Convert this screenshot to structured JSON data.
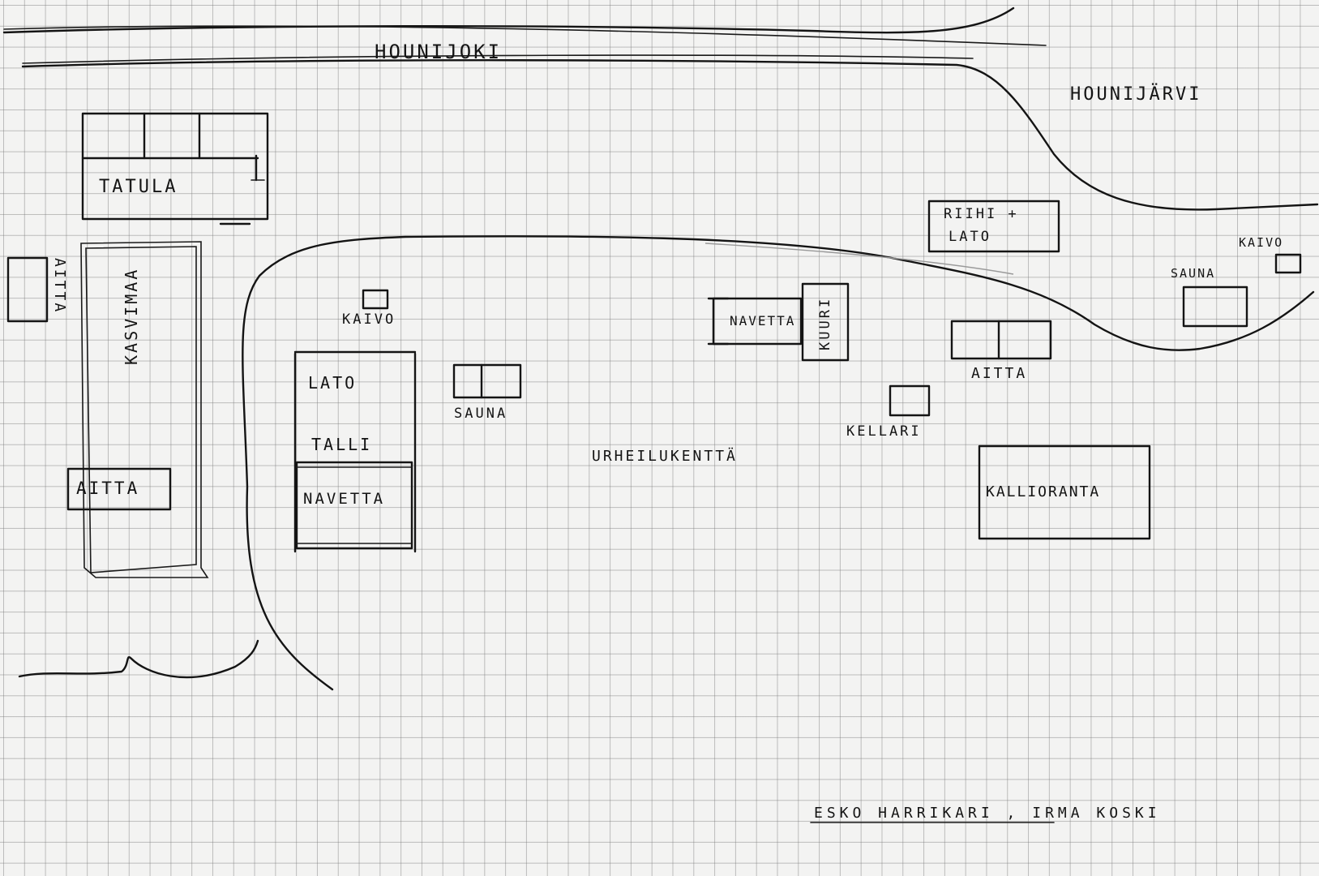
{
  "map": {
    "labels": {
      "hounijoki": "HOUNIJOKI",
      "hounijarvi": "HOUNIJÄRVI",
      "tatula": "TATULA",
      "aitta_left": "AITTA",
      "kasvimaa": "KASVIMAA",
      "aitta_bottom_left": "AITTA",
      "kaivo_center": "KAIVO",
      "lato": "LATO",
      "talli": "TALLI",
      "navetta_left": "NAVETTA",
      "sauna_center": "SAUNA",
      "urheilukentta": "URHEILUKENTTÄ",
      "navetta_right": "NAVETTA",
      "kuuri": "KUURI",
      "riihi_lato_line1": "RIIHI +",
      "riihi_lato_line2": "LATO",
      "aitta_right": "AITTA",
      "kellari": "KELLARI",
      "kallioranta": "KALLIORANTA",
      "sauna_right": "SAUNA",
      "kaivo_right": "KAIVO",
      "signature": "ESKO HARRIKARI , IRMA KOSKI"
    }
  }
}
